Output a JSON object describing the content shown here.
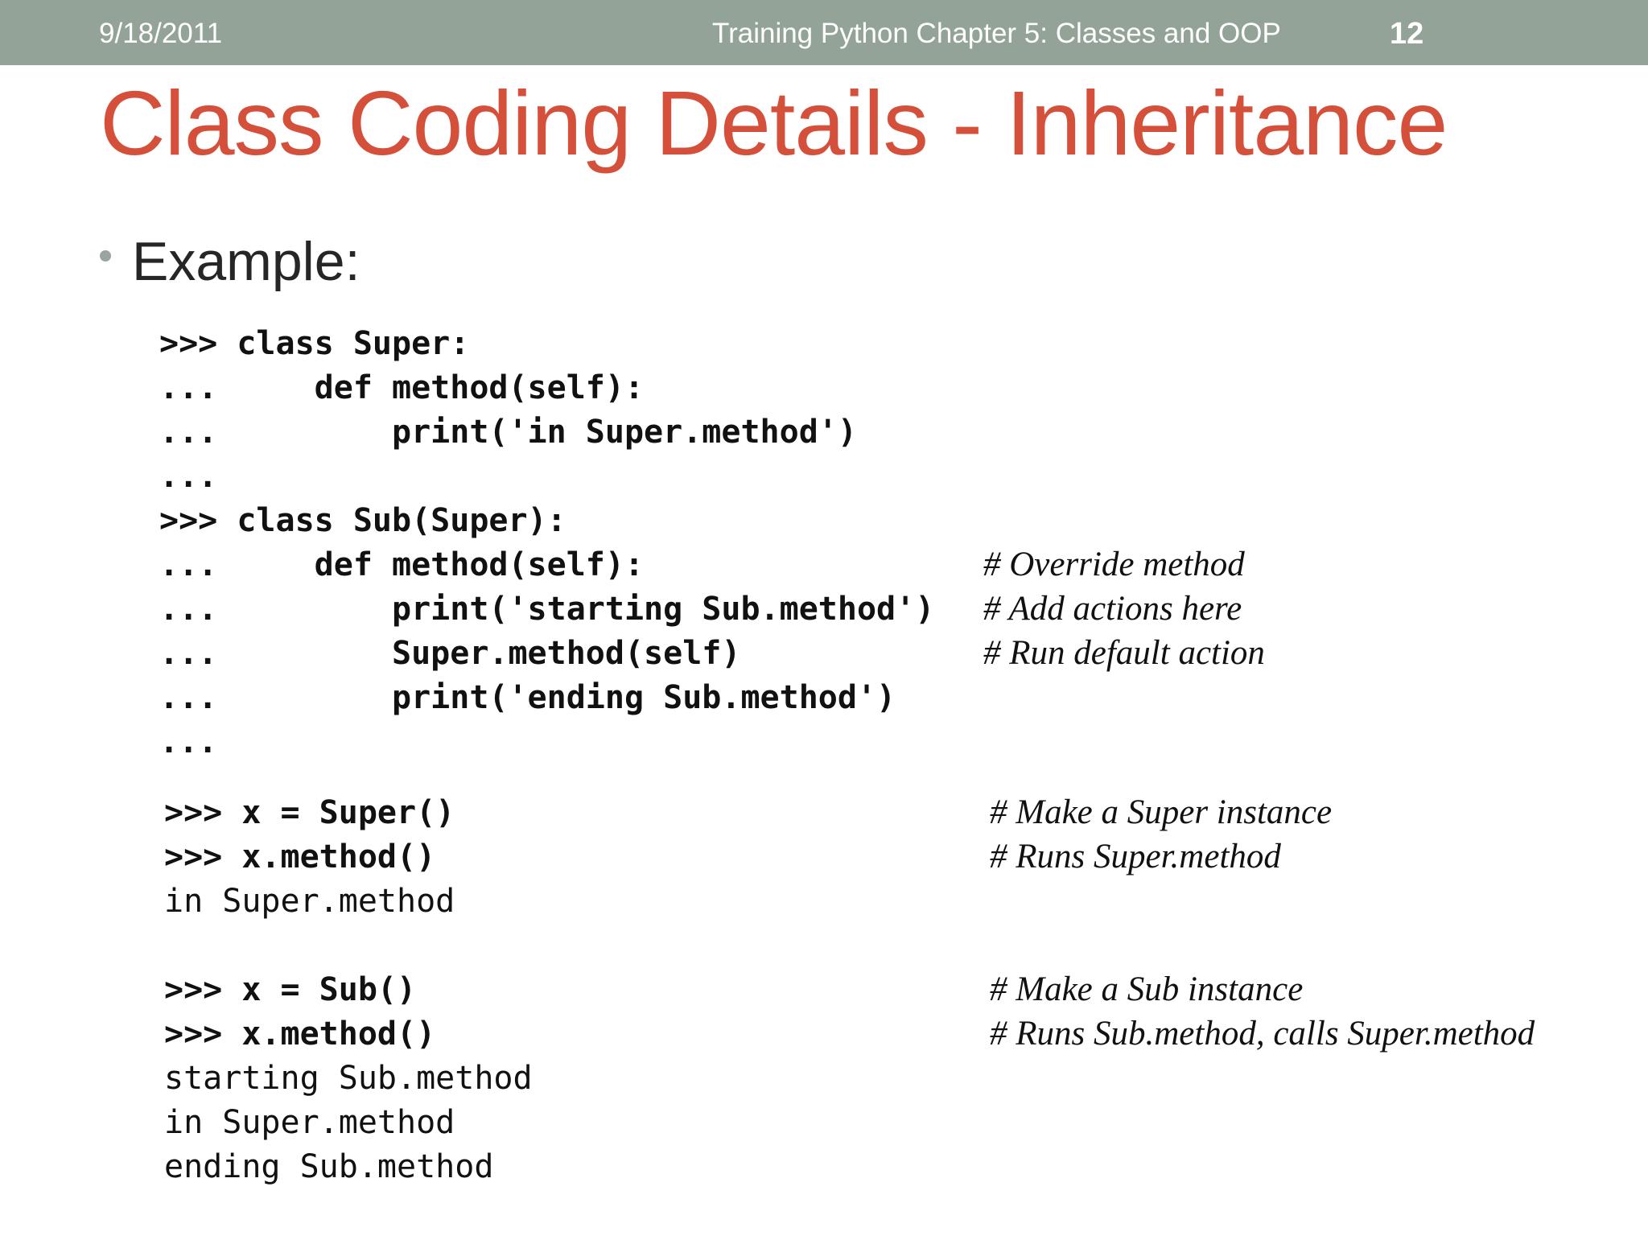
{
  "header": {
    "date": "9/18/2011",
    "title": "Training Python Chapter 5: Classes and OOP",
    "slide_number": "12"
  },
  "slide": {
    "title": "Class Coding Details - Inheritance",
    "bullet": "Example:"
  },
  "code": {
    "lines": [
      ">>> class Super:",
      "...     def method(self):",
      "...         print('in Super.method')",
      "...",
      ">>> class Sub(Super):",
      "...     def method(self):",
      "...         print('starting Sub.method')",
      "...         Super.method(self)",
      "...         print('ending Sub.method')",
      "...",
      ">>> x = Super()",
      ">>> x.method()",
      "in Super.method",
      ">>> x = Sub()",
      ">>> x.method()",
      "starting Sub.method",
      "in Super.method",
      "ending Sub.method"
    ],
    "comments": [
      "# Override method",
      "# Add actions here",
      "# Run default action",
      "# Make a Super instance",
      "# Runs Super.method",
      "# Make a Sub instance",
      "# Runs Sub.method, calls Super.method"
    ]
  },
  "colors": {
    "header_bar": "#93a397",
    "title": "#d4503b",
    "bullet_dot": "#9aa5a0"
  }
}
